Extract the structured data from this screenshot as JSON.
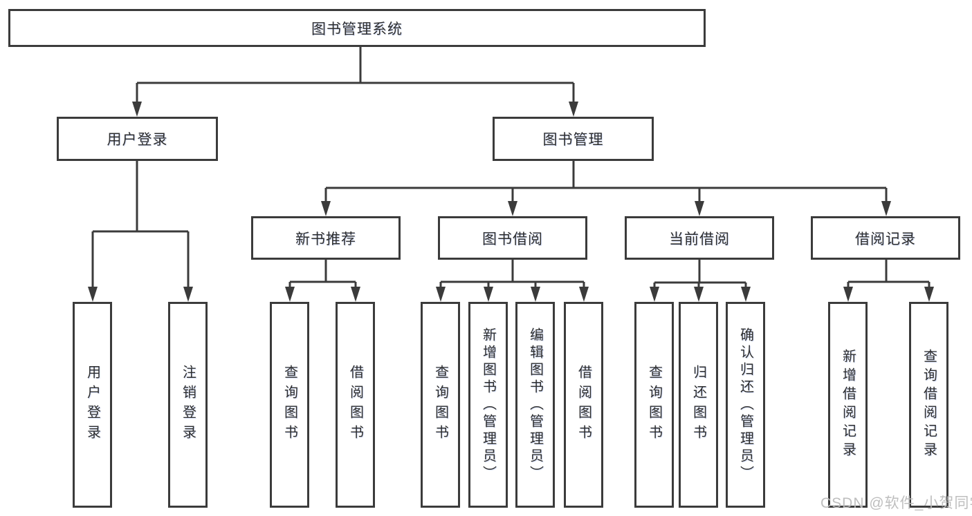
{
  "diagram": {
    "root": "图书管理系统",
    "nodes": {
      "user_login": "用户登录",
      "book_mgmt": "图书管理",
      "new_book_rec": "新书推荐",
      "book_borrow": "图书借阅",
      "current_borrow": "当前借阅",
      "borrow_records": "借阅记录",
      "leaf_user_login": "用户登录",
      "leaf_logout": "注销登录",
      "leaf_query_books_1": "查询图书",
      "leaf_borrow_books_1": "借阅图书",
      "leaf_query_books_2": "查询图书",
      "leaf_add_books": "新增图书（管理员）",
      "leaf_edit_books": "编辑图书（管理员）",
      "leaf_borrow_books_2": "借阅图书",
      "leaf_query_books_3": "查询图书",
      "leaf_return_books": "归还图书",
      "leaf_confirm_return": "确认归还（管理员）",
      "leaf_add_borrow_record": "新增借阅记录",
      "leaf_query_borrow_record": "查询借阅记录"
    },
    "hierarchy": {
      "label": "图书管理系统",
      "children": [
        {
          "label": "用户登录",
          "children": [
            {
              "label": "用户登录"
            },
            {
              "label": "注销登录"
            }
          ]
        },
        {
          "label": "图书管理",
          "children": [
            {
              "label": "新书推荐",
              "children": [
                {
                  "label": "查询图书"
                },
                {
                  "label": "借阅图书"
                }
              ]
            },
            {
              "label": "图书借阅",
              "children": [
                {
                  "label": "查询图书"
                },
                {
                  "label": "新增图书（管理员）"
                },
                {
                  "label": "编辑图书（管理员）"
                },
                {
                  "label": "借阅图书"
                }
              ]
            },
            {
              "label": "当前借阅",
              "children": [
                {
                  "label": "查询图书"
                },
                {
                  "label": "归还图书"
                },
                {
                  "label": "确认归还（管理员）"
                }
              ]
            },
            {
              "label": "借阅记录",
              "children": [
                {
                  "label": "新增借阅记录"
                },
                {
                  "label": "查询借阅记录"
                }
              ]
            }
          ]
        }
      ]
    },
    "watermark": "CSDN @软件_小贺同学",
    "colors": {
      "line": "#3b3b3b",
      "text": "#2e2e2e",
      "watermark": "#bababa",
      "background": "#ffffff"
    }
  }
}
